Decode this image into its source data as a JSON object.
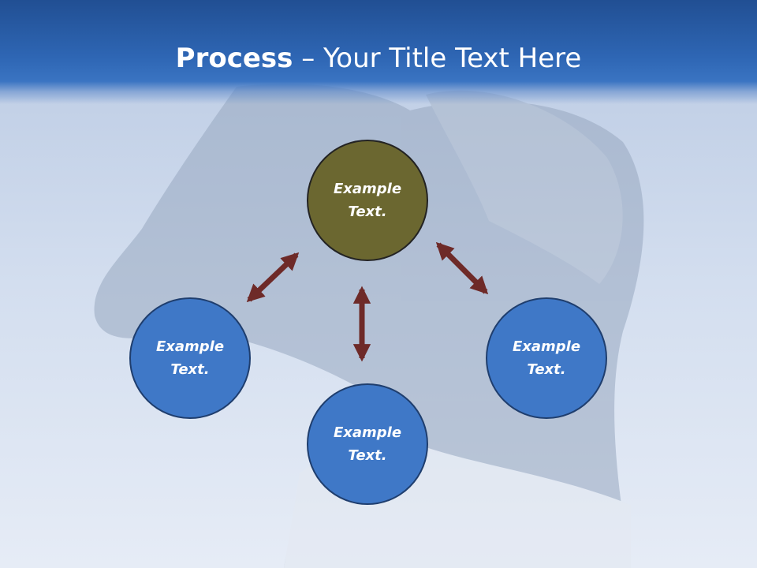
{
  "slide": {
    "title_bold": "Process",
    "title_sep": " – ",
    "title_rest": "Your Title Text Here"
  },
  "nodes": [
    {
      "id": "top",
      "line1": "Example",
      "line2": "Text.",
      "color": "#6b6730"
    },
    {
      "id": "left",
      "line1": "Example",
      "line2": "Text.",
      "color": "#3f78c7"
    },
    {
      "id": "bottom",
      "line1": "Example",
      "line2": "Text.",
      "color": "#3f78c7"
    },
    {
      "id": "right",
      "line1": "Example",
      "line2": "Text.",
      "color": "#3f78c7"
    }
  ],
  "colors": {
    "header": "#2e66b4",
    "arrow": "#6e2a28",
    "node_blue": "#3f78c7",
    "node_olive": "#6b6730"
  }
}
